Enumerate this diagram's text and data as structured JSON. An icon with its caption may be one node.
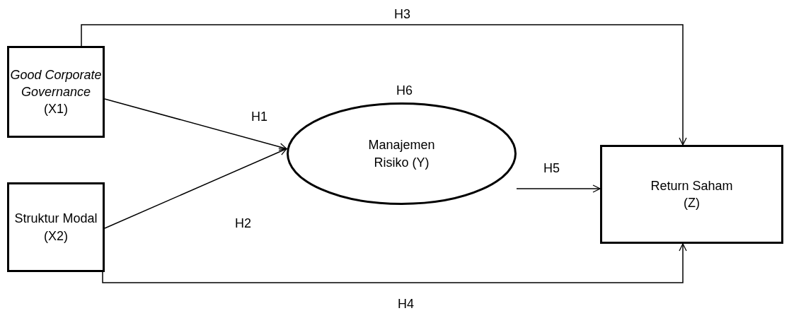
{
  "diagram": {
    "nodes": [
      {
        "text": [
          "*Good Corporate Governance* (X1)"
        ]
      },
      {
        "text": [
          "Struktur Modal (X2)"
        ]
      },
      {
        "text": [
          "Manajemen Risiko (Y)"
        ]
      },
      {
        "text": [
          "Return Saham (Z)"
        ]
      }
    ],
    "edges": [
      {
        "from": 0,
        "to": 2,
        "arrow": "to",
        "label": "H1"
      },
      {
        "from": 1,
        "to": 2,
        "arrow": "to",
        "label": "H2"
      },
      {
        "from": 0,
        "to": 3,
        "arrow": "to",
        "label": "H3"
      },
      {
        "from": 1,
        "to": 3,
        "arrow": "to",
        "label": "H4"
      },
      {
        "from": 2,
        "to": 3,
        "arrow": "to",
        "label": "H5"
      }
    ],
    "labels": [
      "H6"
    ]
  }
}
